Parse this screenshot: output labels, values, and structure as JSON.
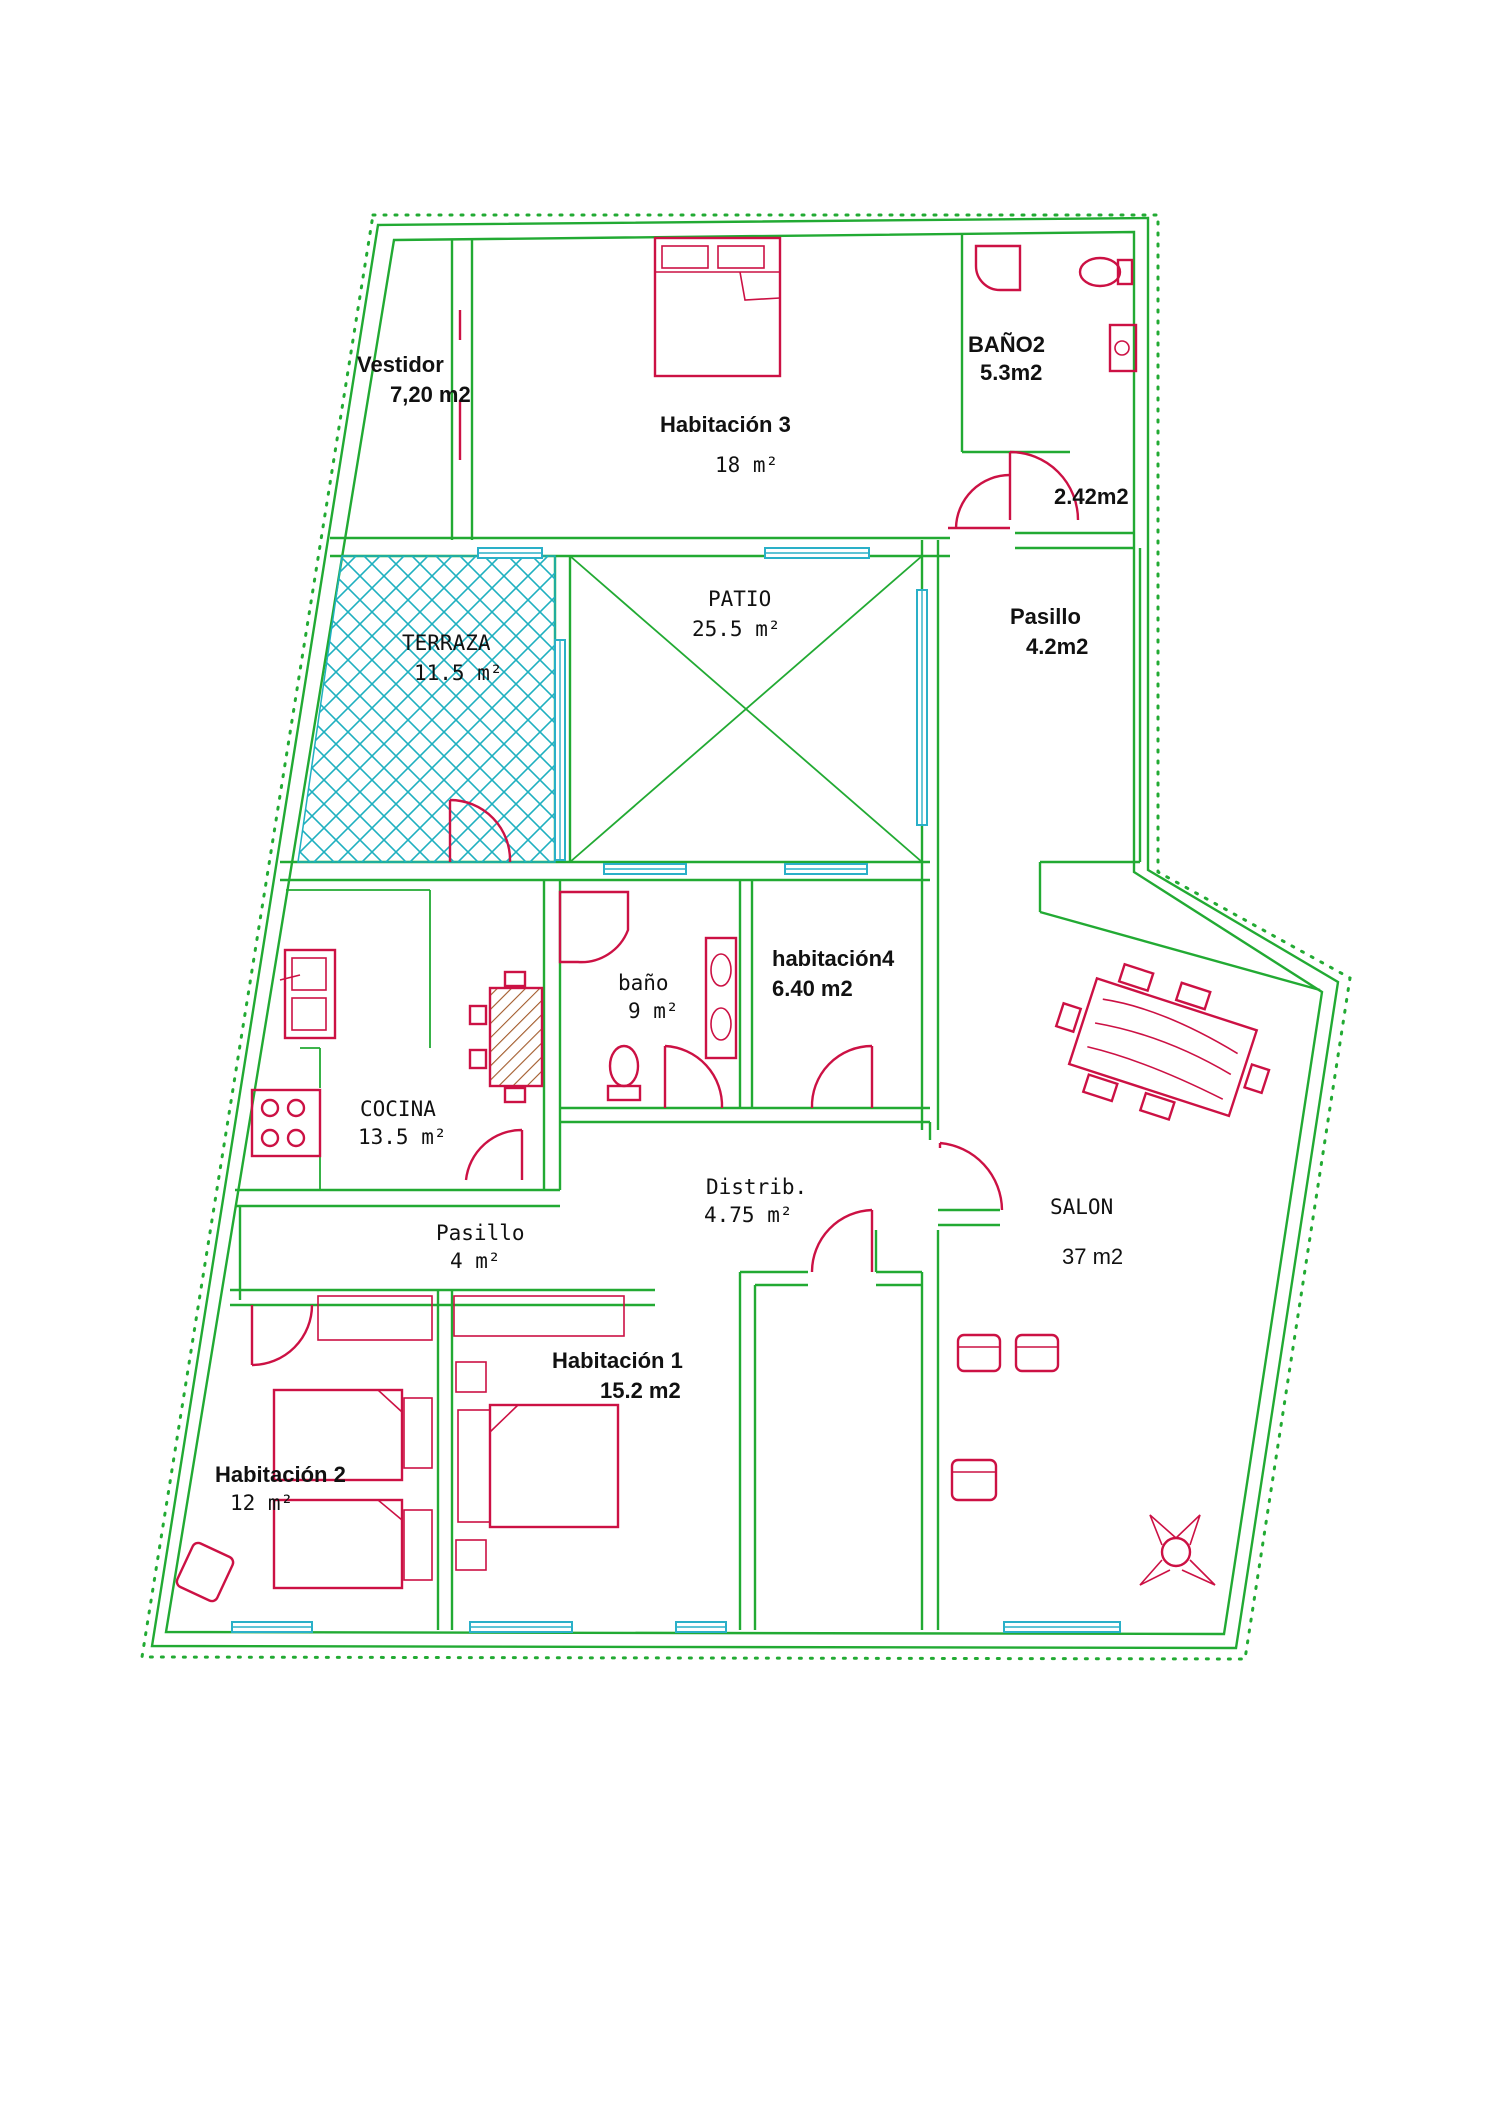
{
  "colors": {
    "walls": "#22aa33",
    "windows": "#2ab0c8",
    "furniture": "#cc1144",
    "table_hatch": "#a25a2a",
    "terrace_hatch": "#1fb0c0",
    "labels": "#111111"
  },
  "rooms": {
    "vestidor": {
      "name": "Vestidor",
      "area": "7,20 m2"
    },
    "habitacion3": {
      "name": "Habitación 3",
      "area": "18  m²"
    },
    "bano2": {
      "name": "BAÑO2",
      "area": "5.3m2"
    },
    "pasillo_small": {
      "area": "2.42m2"
    },
    "terraza": {
      "name": "TERRAZA",
      "area": "11.5  m²"
    },
    "patio": {
      "name": "PATIO",
      "area": "25.5  m²"
    },
    "pasillo_right": {
      "name": "Pasillo",
      "area": "4.2m2"
    },
    "bano": {
      "name": "baño",
      "area": "9  m²"
    },
    "habitacion4": {
      "name": "habitación4",
      "area": "6.40 m2"
    },
    "cocina": {
      "name": "COCINA",
      "area": "13.5  m²"
    },
    "distrib": {
      "name": "Distrib.",
      "area": "4.75  m²"
    },
    "salon": {
      "name": "SALON",
      "area": "37 m2"
    },
    "pasillo_left": {
      "name": "Pasillo",
      "area": "4  m²"
    },
    "habitacion1": {
      "name": "Habitación 1",
      "area": "15.2 m2"
    },
    "habitacion2": {
      "name": "Habitación 2",
      "area": "12  m²"
    }
  },
  "icons": [
    "bed-icon",
    "toilet-icon",
    "sink-icon",
    "shower-icon",
    "stove-icon",
    "dining-table-icon",
    "armchair-icon",
    "plant-icon",
    "door-swing-icon",
    "window-icon"
  ]
}
